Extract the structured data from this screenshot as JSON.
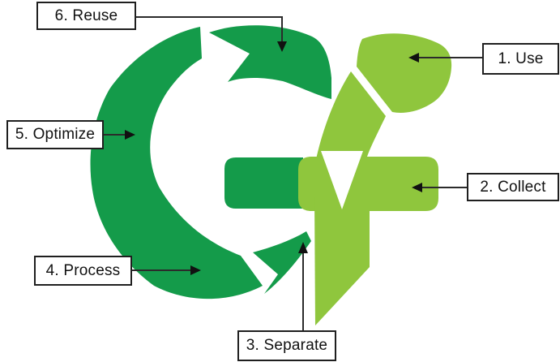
{
  "diagram": {
    "type": "circular-economy-cycle-diagram",
    "labels": {
      "use": "1. Use",
      "collect": "2. Collect",
      "separate": "3. Separate",
      "process": "4. Process",
      "optimize": "5. Optimize",
      "reuse": "6. Reuse"
    },
    "colors": {
      "dark_green": "#149B4A",
      "light_green": "#8FC63D",
      "connector_line": "#2b2b2b",
      "box_border": "#1f1f1f",
      "box_fill": "#ffffff",
      "text": "#111111",
      "background": "#ffffff"
    }
  }
}
